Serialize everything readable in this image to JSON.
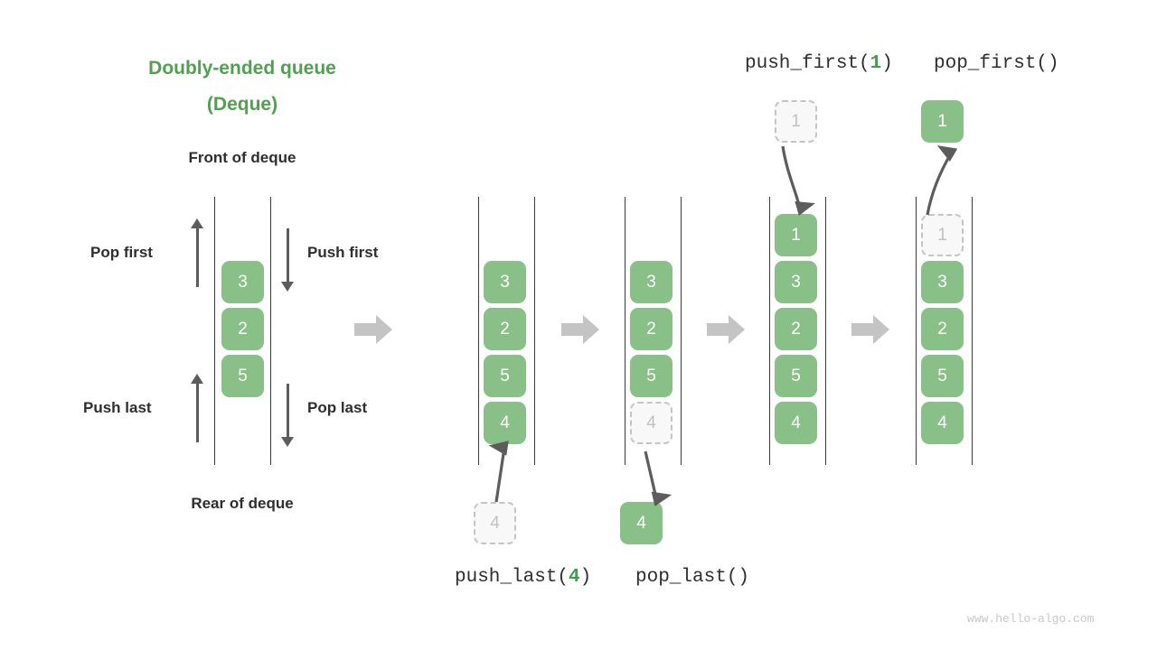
{
  "title": {
    "line1": "Doubly-ended queue",
    "line2": "(Deque)"
  },
  "labels": {
    "front_of_deque": "Front of deque",
    "rear_of_deque": "Rear of deque",
    "pop_first": "Pop first",
    "push_first": "Push first",
    "push_last": "Push last",
    "pop_last": "Pop last"
  },
  "captions": {
    "push_last": {
      "fn": "push_last(",
      "arg": "4",
      "close": ")"
    },
    "pop_last": {
      "fn": "pop_last()",
      "arg": "",
      "close": ""
    },
    "push_first": {
      "fn": "push_first(",
      "arg": "1",
      "close": ")"
    },
    "pop_first": {
      "fn": "pop_first()",
      "arg": "",
      "close": ""
    }
  },
  "colors": {
    "accent_green": "#50a050",
    "box_green": "#88c088",
    "ghost_gray": "#c4c4c4",
    "text_dark": "#2e2e2e",
    "arrow_gray": "#5c5c5c",
    "transition_gray": "#c4c4c4",
    "watermark": "#c8c8c8"
  },
  "stages": [
    {
      "name": "initial-deque",
      "items": [
        {
          "value": "3",
          "state": "filled"
        },
        {
          "value": "2",
          "state": "filled"
        },
        {
          "value": "5",
          "state": "filled"
        }
      ],
      "external": null
    },
    {
      "name": "deque-after-push-last",
      "items": [
        {
          "value": "3",
          "state": "filled"
        },
        {
          "value": "2",
          "state": "filled"
        },
        {
          "value": "5",
          "state": "filled"
        },
        {
          "value": "4",
          "state": "filled"
        }
      ],
      "external": {
        "value": "4",
        "state": "ghost",
        "position": "below"
      }
    },
    {
      "name": "deque-before-pop-last",
      "items": [
        {
          "value": "3",
          "state": "filled"
        },
        {
          "value": "2",
          "state": "filled"
        },
        {
          "value": "5",
          "state": "filled"
        },
        {
          "value": "4",
          "state": "ghost"
        }
      ],
      "external": {
        "value": "4",
        "state": "filled",
        "position": "below"
      }
    },
    {
      "name": "deque-after-push-first",
      "items": [
        {
          "value": "1",
          "state": "filled"
        },
        {
          "value": "3",
          "state": "filled"
        },
        {
          "value": "2",
          "state": "filled"
        },
        {
          "value": "5",
          "state": "filled"
        },
        {
          "value": "4",
          "state": "filled"
        }
      ],
      "external": {
        "value": "1",
        "state": "ghost",
        "position": "above"
      }
    },
    {
      "name": "deque-before-pop-first",
      "items": [
        {
          "value": "1",
          "state": "ghost"
        },
        {
          "value": "3",
          "state": "filled"
        },
        {
          "value": "2",
          "state": "filled"
        },
        {
          "value": "5",
          "state": "filled"
        },
        {
          "value": "4",
          "state": "filled"
        }
      ],
      "external": {
        "value": "1",
        "state": "filled",
        "position": "above"
      }
    }
  ],
  "watermark": "www.hello-algo.com"
}
